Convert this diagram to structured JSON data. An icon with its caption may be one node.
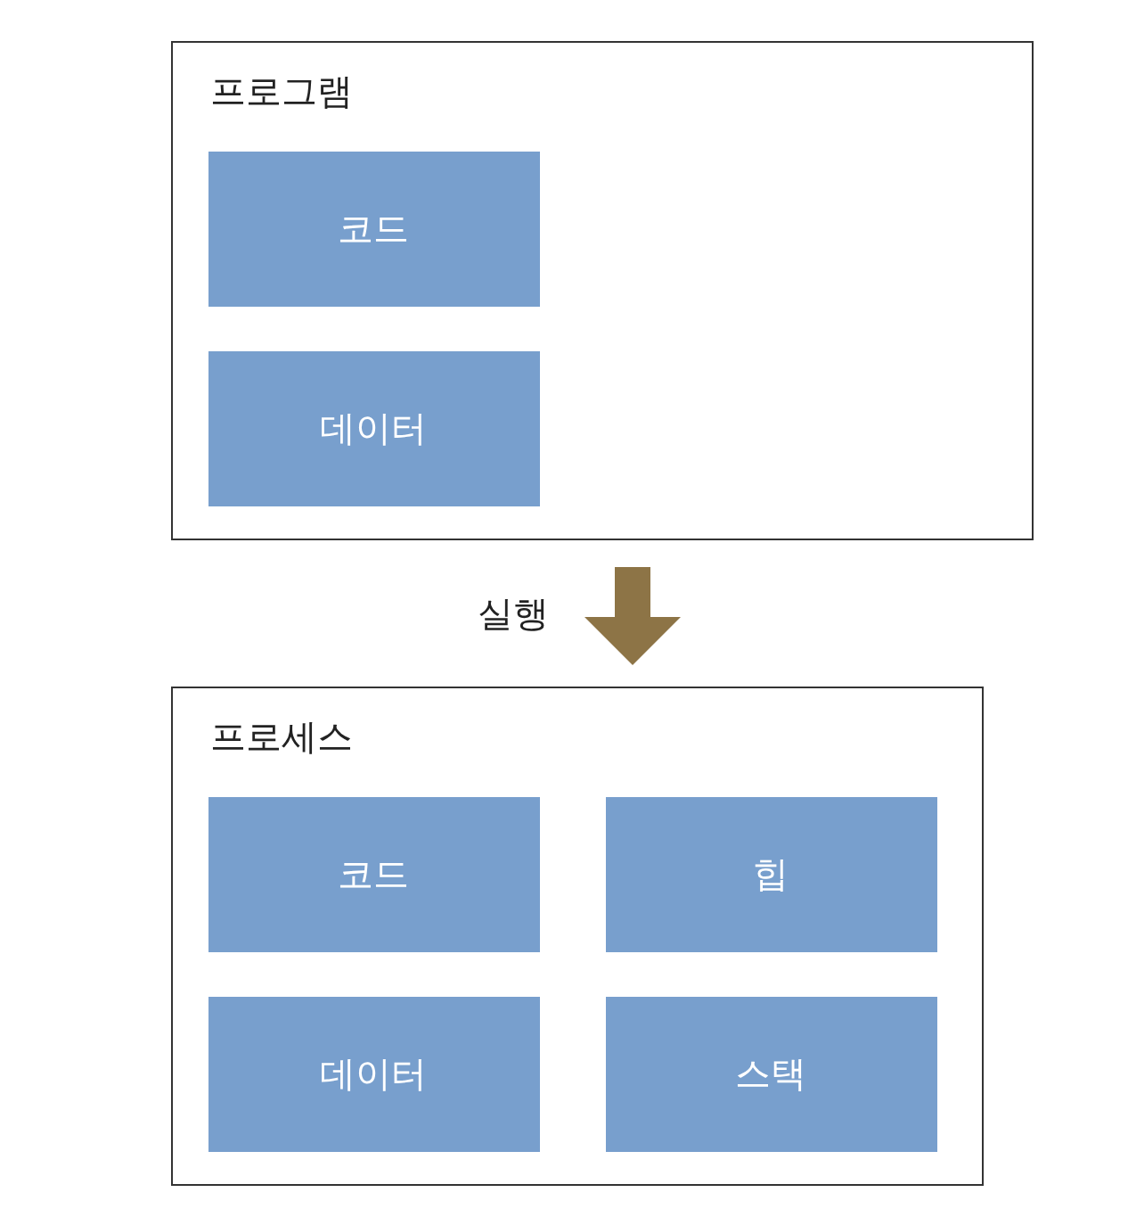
{
  "diagram": {
    "nodes": [
      {
        "text": [
          "프로그램"
        ]
      },
      {
        "text": [
          "코드"
        ],
        "in": 0
      },
      {
        "text": [
          "데이터"
        ],
        "in": 0
      },
      {
        "text": [
          "프로세스"
        ]
      },
      {
        "text": [
          "코드"
        ],
        "in": 3
      },
      {
        "text": [
          "힙"
        ],
        "in": 3
      },
      {
        "text": [
          "데이터"
        ],
        "in": 3
      },
      {
        "text": [
          "스택"
        ],
        "in": 3
      }
    ],
    "edges": [
      {
        "from": 0,
        "to": 3,
        "arrow": "to",
        "label": "실행",
        "style": "thick"
      }
    ]
  }
}
